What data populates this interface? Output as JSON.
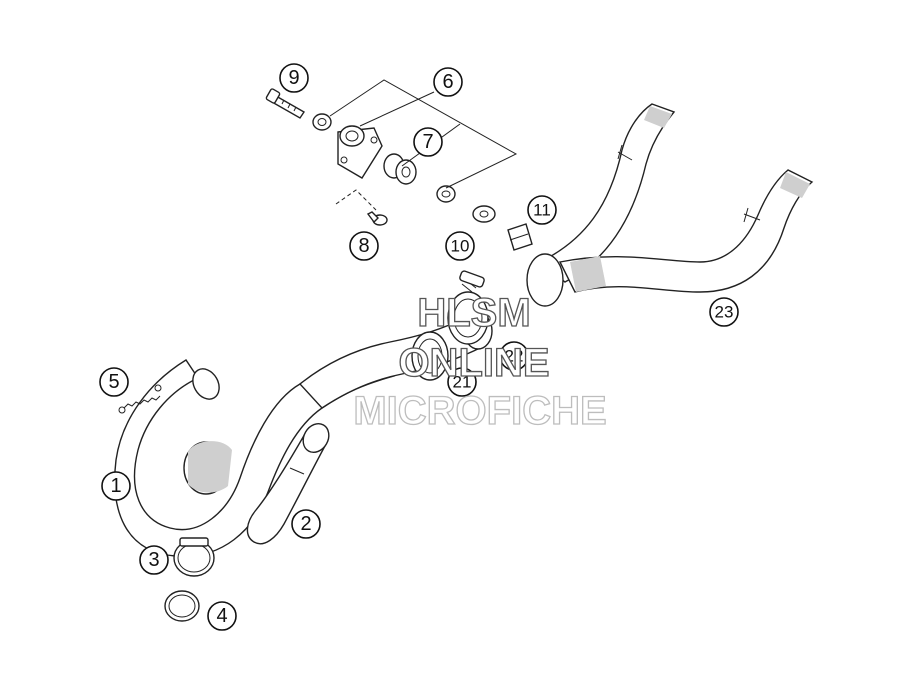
{
  "diagram": {
    "callouts": [
      {
        "id": "c1",
        "label": "1"
      },
      {
        "id": "c2",
        "label": "2"
      },
      {
        "id": "c3",
        "label": "3"
      },
      {
        "id": "c4",
        "label": "4"
      },
      {
        "id": "c5",
        "label": "5"
      },
      {
        "id": "c6",
        "label": "6"
      },
      {
        "id": "c7",
        "label": "7"
      },
      {
        "id": "c8",
        "label": "8"
      },
      {
        "id": "c9",
        "label": "9"
      },
      {
        "id": "c10",
        "label": "10"
      },
      {
        "id": "c11",
        "label": "11"
      },
      {
        "id": "c21",
        "label": "21"
      },
      {
        "id": "c22",
        "label": "22"
      },
      {
        "id": "c23",
        "label": "23"
      }
    ]
  },
  "watermark": {
    "line1": "HLSM",
    "line2": "ONLINE",
    "line3": "MICROFICHE"
  }
}
